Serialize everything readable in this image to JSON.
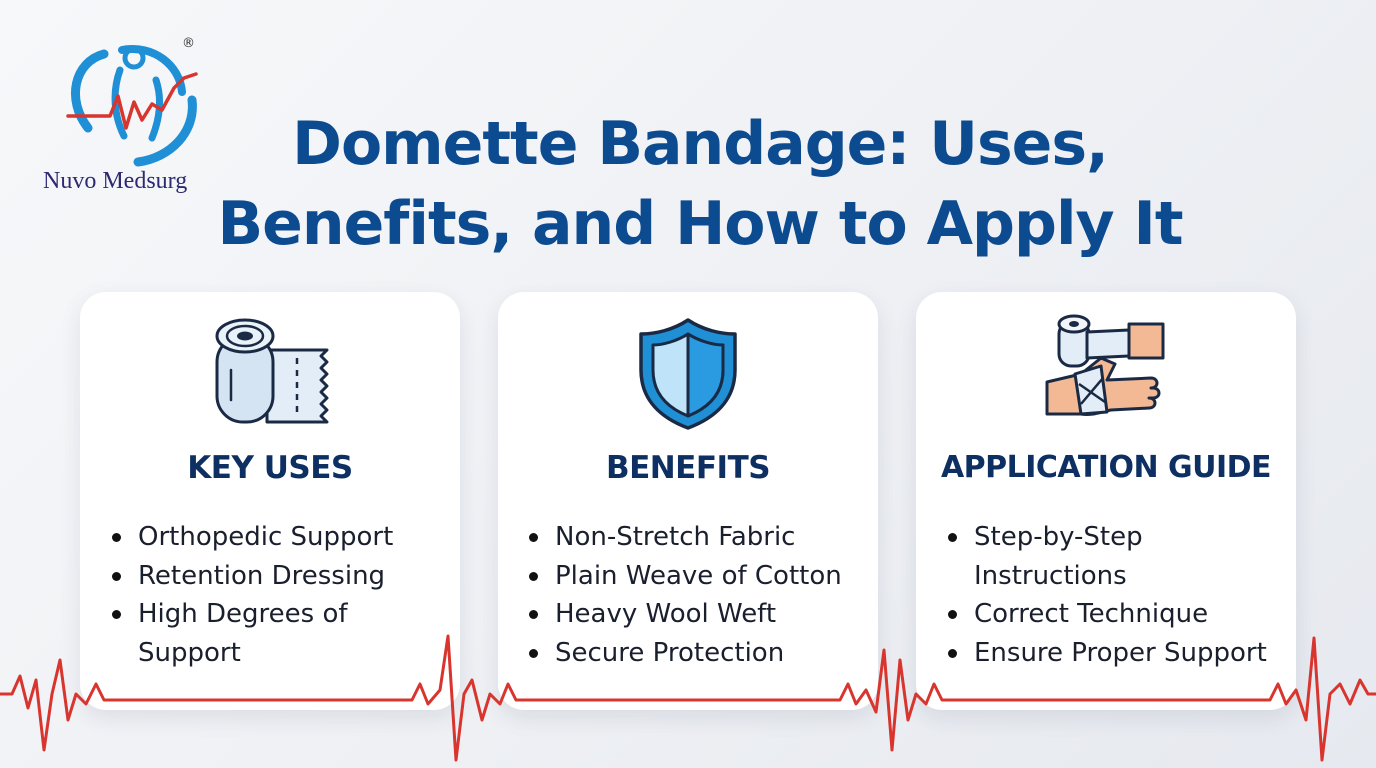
{
  "brand": {
    "name": "Nuvo Medsurg",
    "registered_mark": "®",
    "colors": {
      "blue": "#1f8fd6",
      "red": "#d8352f",
      "text": "#2e2a72"
    }
  },
  "title": {
    "line1": "Domette Bandage: Uses,",
    "line2": "Benefits, and How to Apply It",
    "color": "#0d4b91"
  },
  "cards": [
    {
      "icon": "bandage-roll-icon",
      "heading": "KEY USES",
      "items": [
        "Orthopedic Support",
        "Retention Dressing",
        "High Degrees of Support"
      ]
    },
    {
      "icon": "shield-icon",
      "heading": "BENEFITS",
      "items": [
        "Non-Stretch Fabric",
        "Plain Weave of Cotton",
        "Heavy Wool Weft",
        "Secure Protection"
      ]
    },
    {
      "icon": "hand-bandage-icon",
      "heading": "APPLICATION GUIDE",
      "items": [
        "Step-by-Step Instructions",
        "Correct Technique",
        "Ensure Proper Support"
      ]
    }
  ],
  "colors": {
    "heading": "#0e2f62",
    "heartbeat": "#d8352f",
    "card_bg": "#ffffff"
  }
}
